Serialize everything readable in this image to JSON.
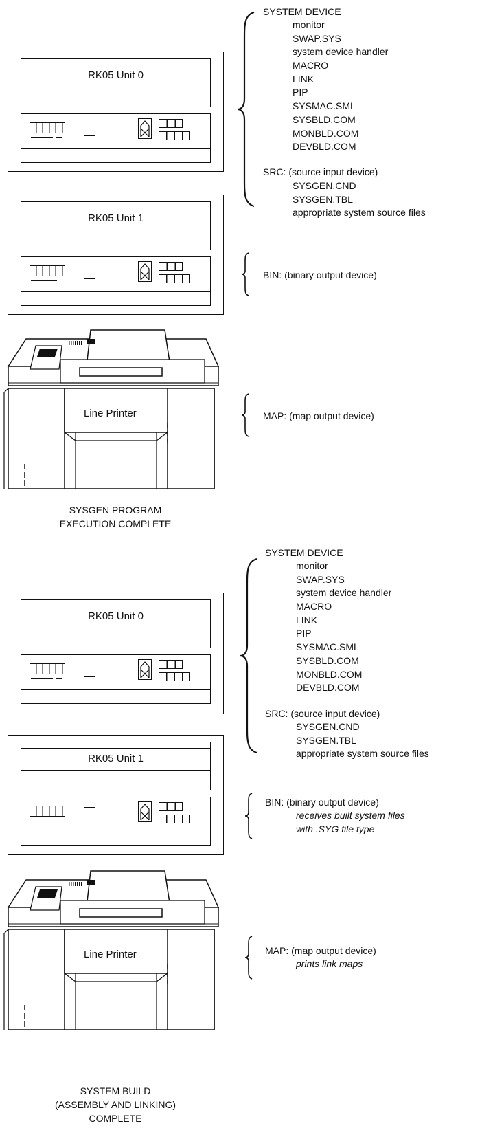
{
  "panel_top": {
    "system_device": {
      "heading": "SYSTEM DEVICE",
      "items": [
        "monitor",
        "SWAP.SYS",
        "system device handler",
        "MACRO",
        "LINK",
        "PIP",
        "SYSMAC.SML",
        "SYSBLD.COM",
        "MONBLD.COM",
        "DEVBLD.COM"
      ]
    },
    "src": {
      "heading": "SRC: (source input device)",
      "items": [
        "SYSGEN.CND",
        "SYSGEN.TBL",
        "appropriate system source files"
      ]
    },
    "bin": {
      "heading": "BIN: (binary output device)"
    },
    "map": {
      "heading": "MAP: (map output device)"
    },
    "drive0_label": "RK05 Unit 0",
    "drive1_label": "RK05 Unit 1",
    "printer_label": "Line Printer",
    "caption": [
      "SYSGEN PROGRAM",
      "EXECUTION COMPLETE"
    ]
  },
  "panel_bottom": {
    "system_device": {
      "heading": "SYSTEM DEVICE",
      "items": [
        "monitor",
        "SWAP.SYS",
        "system device handler",
        "MACRO",
        "LINK",
        "PIP",
        "SYSMAC.SML",
        "SYSBLD.COM",
        "MONBLD.COM",
        "DEVBLD.COM"
      ]
    },
    "src": {
      "heading": "SRC: (source input device)",
      "items": [
        "SYSGEN.CND",
        "SYSGEN.TBL",
        "appropriate system source files"
      ]
    },
    "bin": {
      "heading": "BIN: (binary output device)",
      "notes": [
        "receives built system files",
        "with .SYG file type"
      ]
    },
    "map": {
      "heading": "MAP: (map output device)",
      "notes": [
        "prints link maps"
      ]
    },
    "drive0_label": "RK05 Unit 0",
    "drive1_label": "RK05 Unit 1",
    "printer_label": "Line Printer",
    "caption": [
      "SYSTEM BUILD",
      "(ASSEMBLY AND LINKING)",
      "COMPLETE"
    ]
  }
}
